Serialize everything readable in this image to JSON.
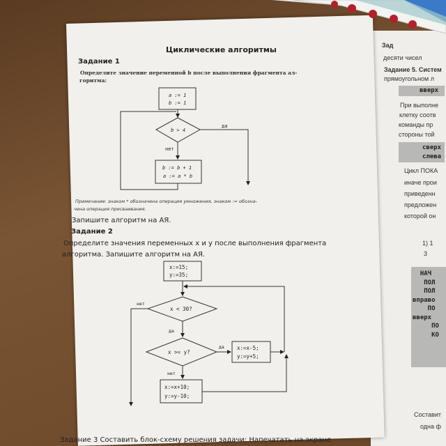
{
  "doc": {
    "title": "Циклические алгоритмы",
    "task1": {
      "heading": "Задание 1",
      "text_line1": "Определите значение переменной b после выполнения фрагмента ал-",
      "text_line2": "горитма:",
      "box1_line1": "a := 1",
      "box1_line2": "b := 1",
      "condition": "b > 4",
      "yes": "да",
      "no": "нет",
      "box2_line1": "b := b + 1",
      "box2_line2": "a := a * b",
      "note_line1": "Примечание: знаком * обозначена операция умножения, знаком := обозна-",
      "note_line2": "чена операция присваивания.",
      "instruction": "Запишите алгоритм на АЯ."
    },
    "task2": {
      "heading": "Задание 2",
      "text_line1": "Определите значения переменных x и y после выполнения фрагмента",
      "text_line2": "алгоритма. Запишите алгоритм на АЯ.",
      "box1_line1": "x:=15;",
      "box1_line2": "y:=35;",
      "cond1": "x < 30?",
      "cond1_no": "нет",
      "cond1_yes": "да",
      "cond2": "x >= y?",
      "cond2_yes": "да",
      "cond2_no": "нет",
      "box_yes_line1": "x:=x-5;",
      "box_yes_line2": "y:=y+5;",
      "box_no_line1": "x:=x+10;",
      "box_no_line2": "y:=y-10;"
    },
    "task3": {
      "text": "Задание 3 Составить блок-схему решения задачи: Напечатать на экране"
    }
  },
  "side_page": {
    "lines": [
      "Зад",
      "десяти чисел",
      "Задание 5. Систем",
      "прямоугольном л"
    ],
    "code1": "вверх",
    "para1": [
      "При выполне",
      "клетку соотв",
      "команды пр",
      "стороны той"
    ],
    "code2": "сверх\nслева",
    "para2": [
      "Цикл ПОКА",
      "иначе прои",
      "приведенн",
      "предложен",
      "которой он"
    ],
    "option1": "1) 1",
    "option2": "3",
    "code3": "  НАЧ\n   ПОЛ\n   ПОЛ\nвправо\n    ПО\nвверх\n     ПО\n     КО",
    "bottom": [
      "Составит",
      "одна ф"
    ]
  }
}
